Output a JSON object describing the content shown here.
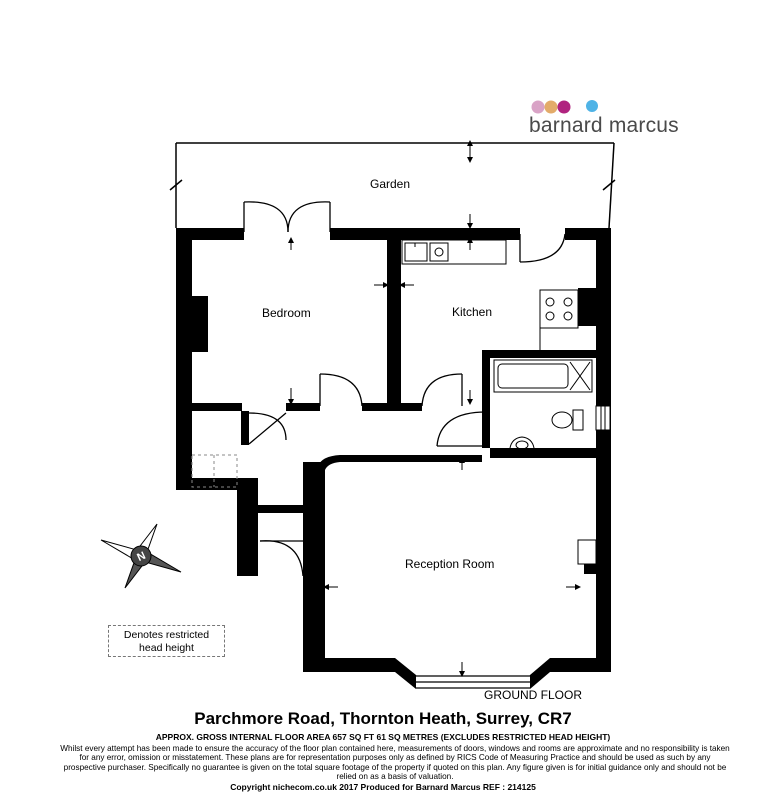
{
  "brand": {
    "name": "barnard marcus",
    "colors": {
      "dot1": "#d9a3c6",
      "dot2": "#e0a25a",
      "dot3": "#b0237f",
      "dot4": "#4fb3e6",
      "text": "#4a4a4a"
    }
  },
  "rooms": {
    "garden": "Garden",
    "bedroom": "Bedroom",
    "kitchen": "Kitchen",
    "reception": "Reception Room"
  },
  "compass_letter": "N",
  "legend": {
    "line1": "Denotes restricted",
    "line2": "head height"
  },
  "floor_label": "GROUND FLOOR",
  "footer": {
    "address": "Parchmore Road, Thornton Heath, Surrey, CR7",
    "area": "APPROX. GROSS INTERNAL FLOOR AREA 657 SQ FT 61 SQ METRES (EXCLUDES RESTRICTED HEAD HEIGHT)",
    "disclaimer": "Whilst every attempt has been made to ensure the accuracy of the floor plan contained here, measurements of doors, windows and rooms are approximate and no responsibility is taken for any error, omission or misstatement. These plans are for representation purposes only as defined by RICS Code of Measuring Practice and should be used as such by any prospective purchaser.  Specifically no guarantee is given on the total square footage of the property if quoted on this plan. Any figure given is for initial guidance only and should not be relied on as a basis of valuation.",
    "copyright": "Copyright nichecom.co.uk 2017    Produced for Barnard Marcus   REF : 214125"
  }
}
